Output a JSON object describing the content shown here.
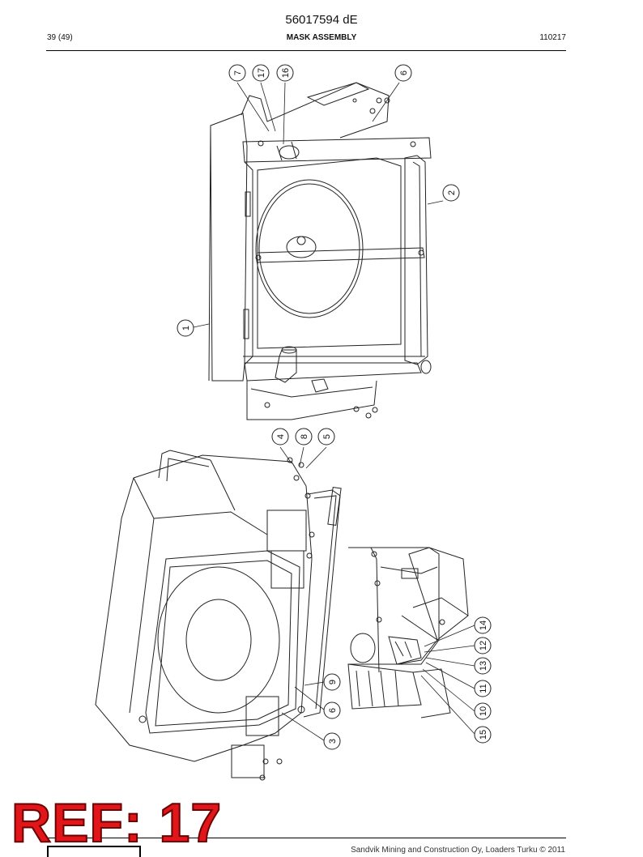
{
  "header": {
    "doc_number": "56017594 dE",
    "page_count": "39 (49)",
    "section_title": "MASK ASSEMBLY",
    "doc_date": "110217"
  },
  "callouts_upper": [
    "7",
    "17",
    "16",
    "6",
    "2",
    "1"
  ],
  "callouts_lower": [
    "4",
    "8",
    "5",
    "9",
    "6",
    "3",
    "14",
    "12",
    "13",
    "11",
    "10",
    "15"
  ],
  "stamp": {
    "text": "REF: 17",
    "color": "#e0161b"
  },
  "footer": {
    "copyright": "Sandvik Mining and Construction Oy, Loaders Turku © 2011"
  }
}
